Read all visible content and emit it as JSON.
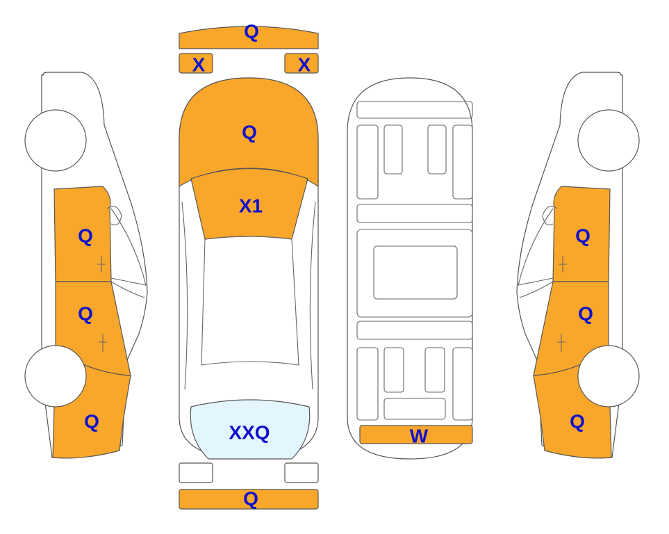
{
  "colors": {
    "damage": "#f9a72b",
    "glass": "#e4f6fd",
    "code_text": "#1010cc",
    "outline": "#555555"
  },
  "labels": {
    "front_bumper": "Q",
    "left_headlight": "X",
    "right_headlight": "X",
    "hood": "Q",
    "windshield": "X1",
    "rear_window": "XXQ",
    "rear_bumper": "Q",
    "underbody_rear": "W",
    "left_front_door": "Q",
    "left_rear_door": "Q",
    "left_rear_quarter": "Q",
    "right_front_door": "Q",
    "right_rear_door": "Q",
    "right_rear_quarter": "Q"
  }
}
